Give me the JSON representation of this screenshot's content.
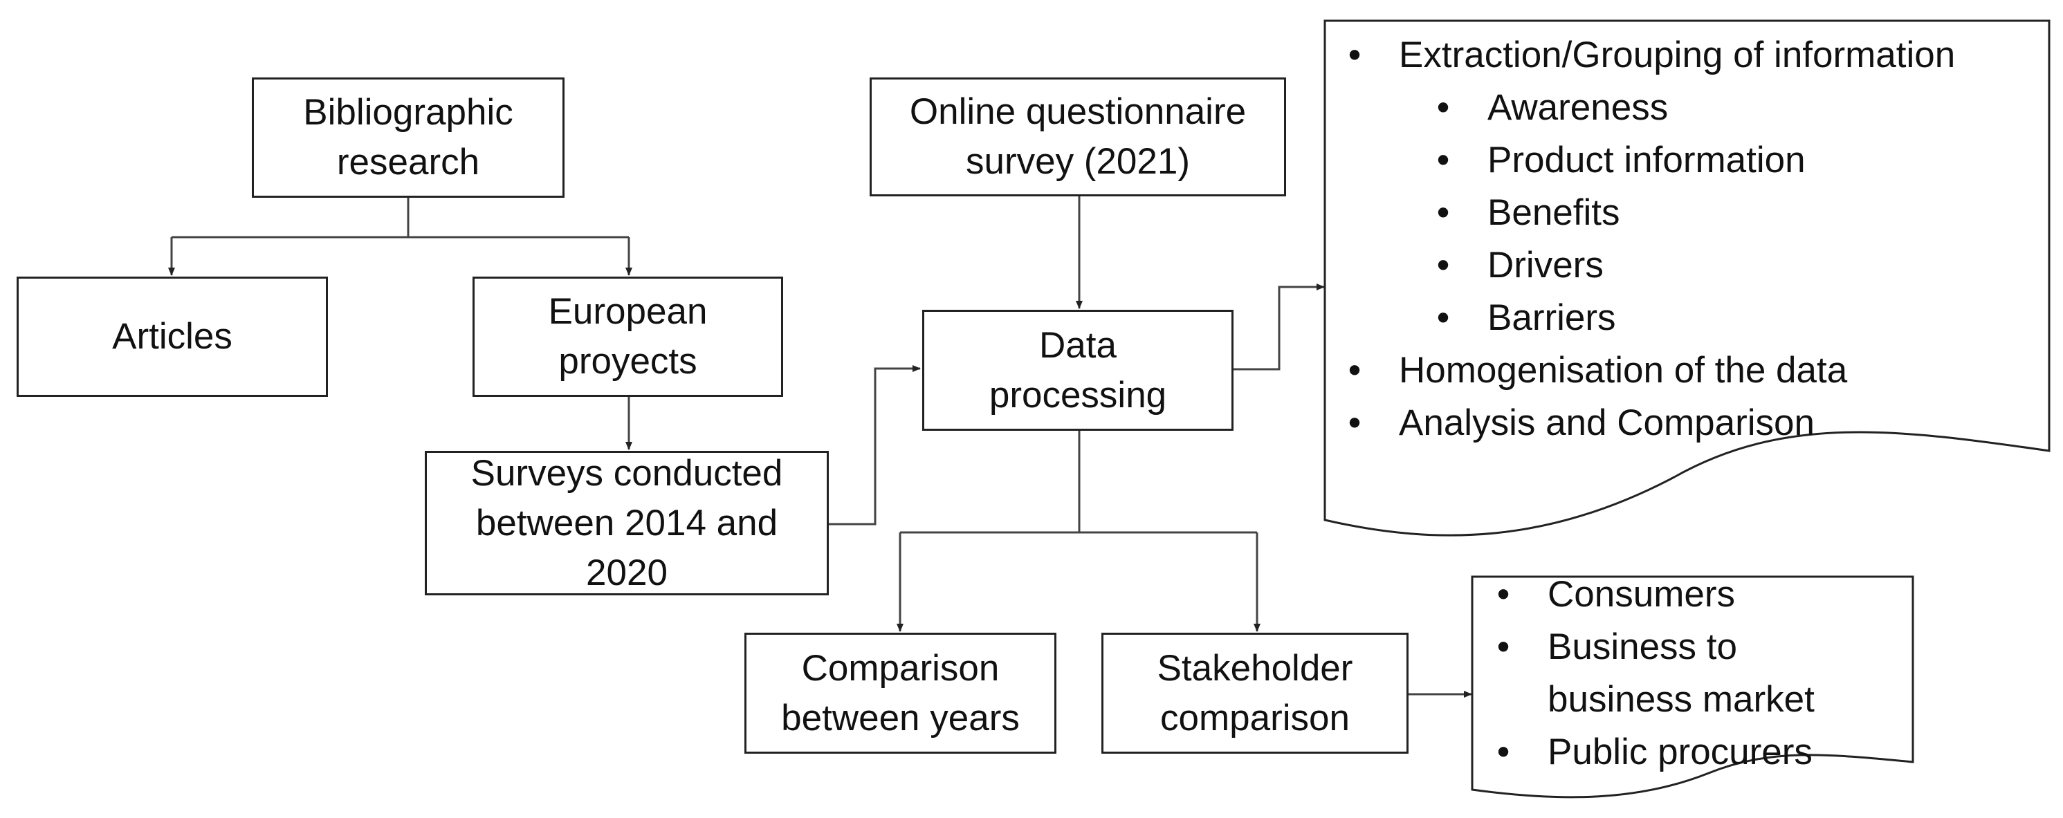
{
  "nodes": {
    "bibliographic": "Bibliographic research",
    "articles": "Articles",
    "european": "European proyects",
    "surveys": "Surveys conducted between 2014 and 2020",
    "online": "Online questionnaire survey (2021)",
    "processing": "Data processing",
    "years": "Comparison between years",
    "stakeholder": "Stakeholder comparison"
  },
  "doc_main": {
    "items": [
      {
        "text": "Extraction/Grouping of information",
        "level": 1
      },
      {
        "text": "Awareness",
        "level": 2
      },
      {
        "text": "Product information",
        "level": 2
      },
      {
        "text": "Benefits",
        "level": 2
      },
      {
        "text": "Drivers",
        "level": 2
      },
      {
        "text": "Barriers",
        "level": 2
      },
      {
        "text": "Homogenisation of the data",
        "level": 1
      },
      {
        "text": "Analysis and Comparison",
        "level": 1
      }
    ]
  },
  "doc_stakeholders": {
    "items": [
      "Consumers",
      "Business to business market",
      "Public procurers"
    ]
  },
  "bullet_glyph": "•",
  "colors": {
    "stroke": "#222222",
    "text": "#111111",
    "background": "#ffffff"
  }
}
